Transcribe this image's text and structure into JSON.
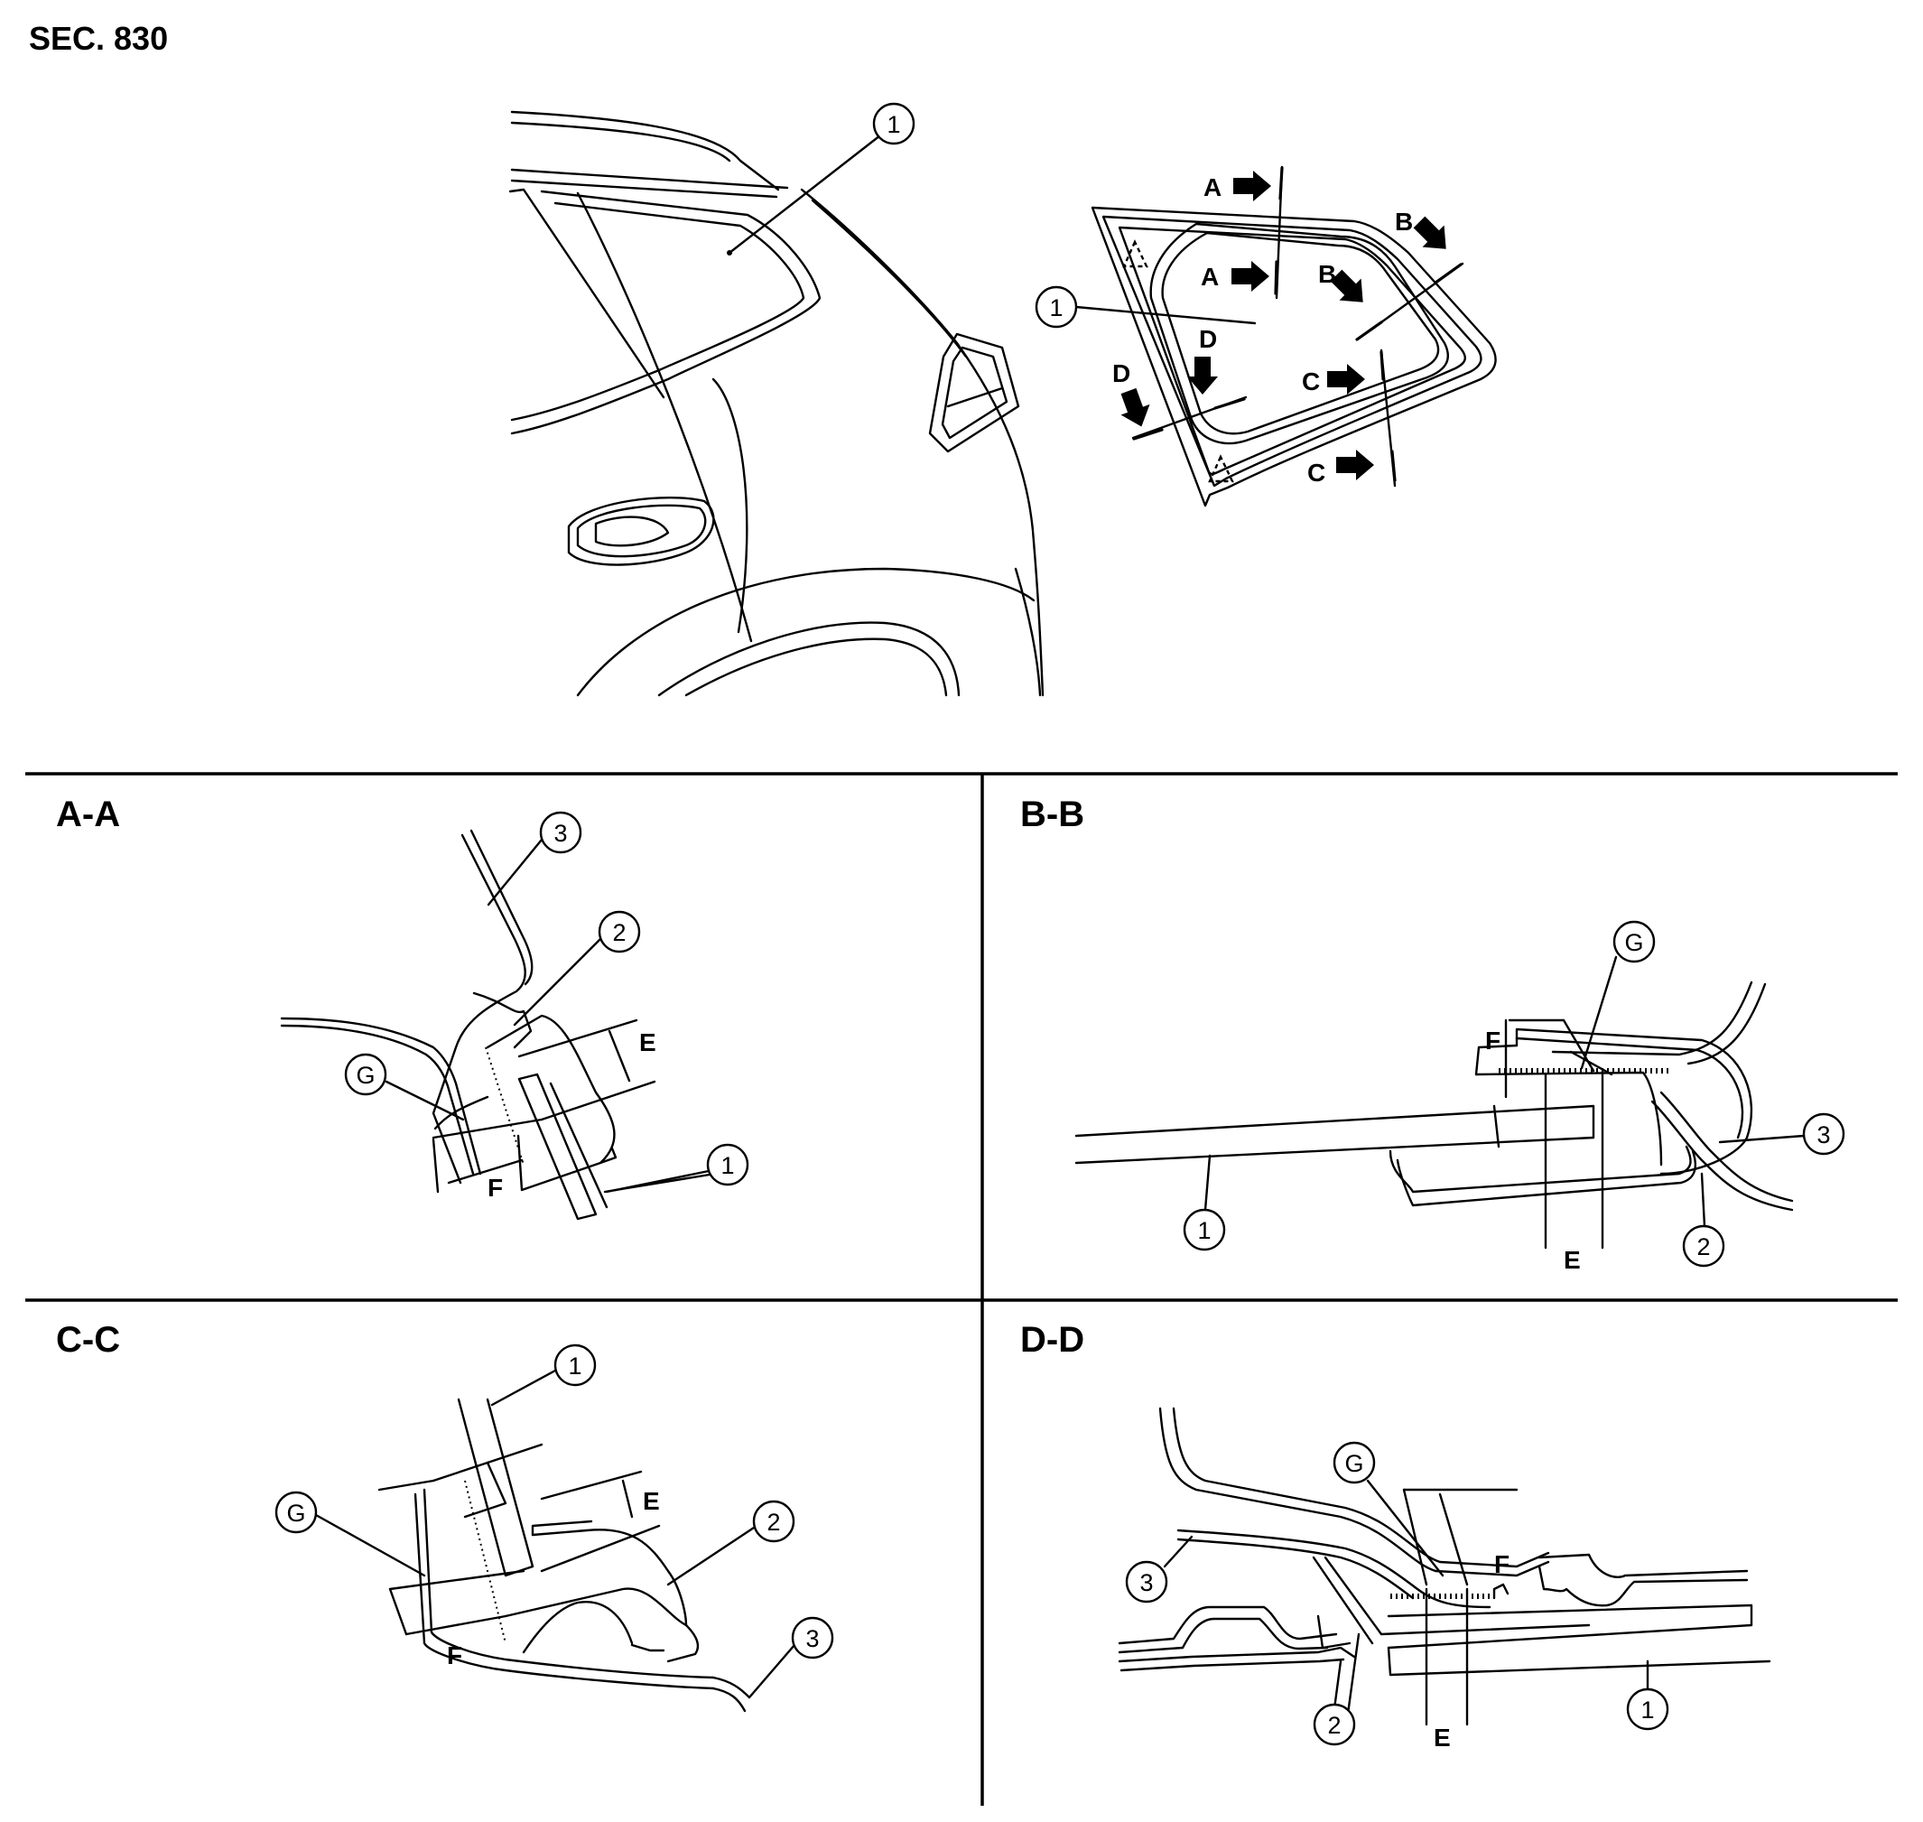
{
  "title": "SEC. 830",
  "view_markers": {
    "a": "A",
    "b": "B",
    "c": "C",
    "d": "D"
  },
  "callouts": {
    "one": "1",
    "two": "2",
    "three": "3"
  },
  "dims": {
    "e": "E",
    "f": "F",
    "g": "G"
  },
  "sections": {
    "aa": "A-A",
    "bb": "B-B",
    "cc": "C-C",
    "dd": "D-D"
  }
}
